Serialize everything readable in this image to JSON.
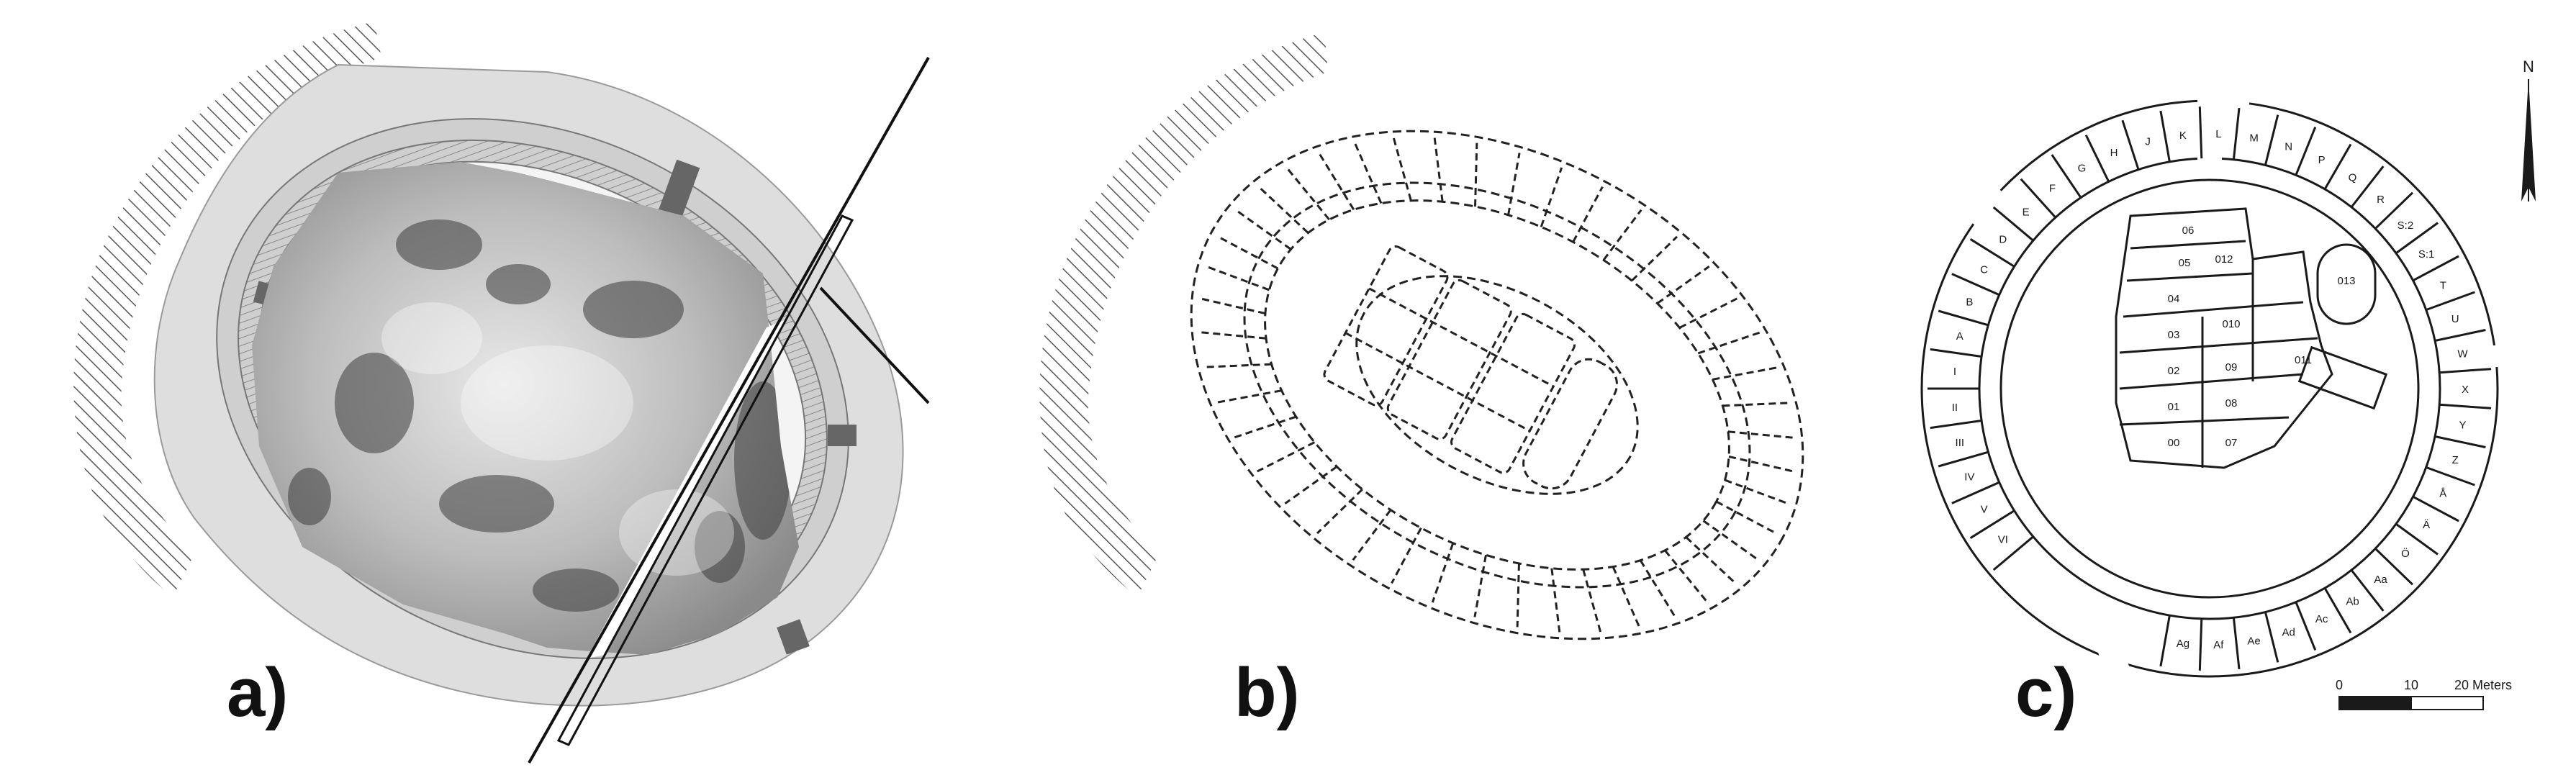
{
  "panels": {
    "a": {
      "label": "a)"
    },
    "b": {
      "label": "b)"
    },
    "c": {
      "label": "c)",
      "north_label": "N",
      "scale": {
        "ticks": [
          "0",
          "10",
          "20 Meters"
        ]
      },
      "outer_rooms": [
        "Ag",
        "Af",
        "Ae",
        "Ad",
        "Ac",
        "Ab",
        "Aa",
        "Ö",
        "Ä",
        "Å",
        "Z",
        "Y",
        "X",
        "W",
        "U",
        "T",
        "S:1",
        "S:2",
        "R",
        "Q",
        "P",
        "N",
        "M",
        "L",
        "K",
        "J",
        "H",
        "G",
        "F",
        "E",
        "D",
        "C",
        "B",
        "A",
        "I",
        "II",
        "III",
        "IV",
        "V",
        "VI"
      ],
      "inner_rooms": [
        "06",
        "05",
        "012",
        "013",
        "04",
        "03",
        "010",
        "011",
        "02",
        "09",
        "01",
        "08",
        "00",
        "07"
      ]
    }
  },
  "colors": {
    "ink": "#1a1a1a",
    "soil_band": "#cfcfcf",
    "soil_outer": "#dedede",
    "survey_dark": "#4a4a4a",
    "hatch": "#555555"
  }
}
